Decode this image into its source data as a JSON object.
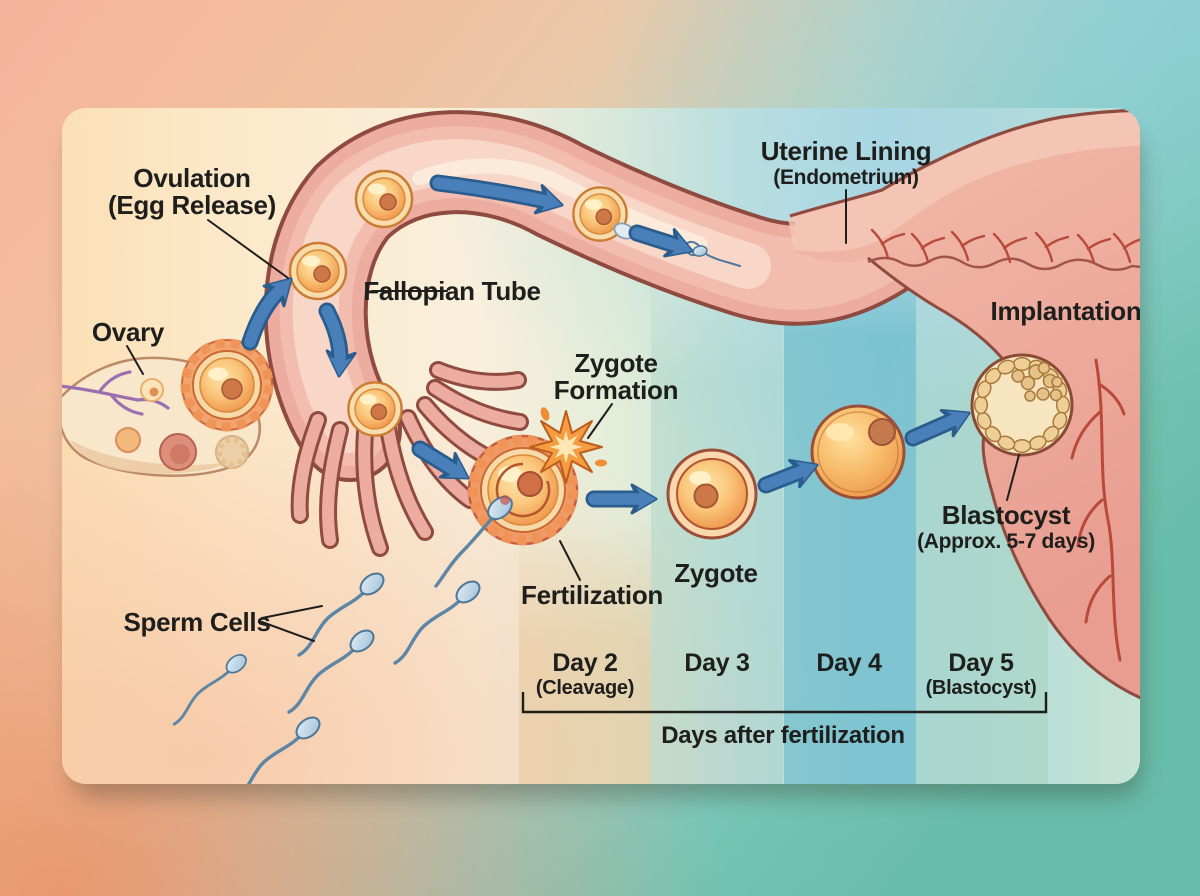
{
  "labels": {
    "ovulation": {
      "line1": "Ovulation",
      "line2": "(Egg Release)"
    },
    "ovary": "Ovary",
    "fallopian_tube": "Fallopian Tube",
    "uterine_lining": {
      "line1": "Uterine Lining",
      "line2": "(Endometrium)"
    },
    "implantation": "Implantation",
    "zygote_formation": {
      "line1": "Zygote",
      "line2": "Formation"
    },
    "fertilization": "Fertilization",
    "zygote": "Zygote",
    "sperm_cells": "Sperm Cells",
    "blastocyst": {
      "line1": "Blastocyst",
      "line2": "(Approx. 5-7 days)"
    }
  },
  "timeline": {
    "days": [
      {
        "label": "Day 2",
        "sublabel": "(Cleavage)"
      },
      {
        "label": "Day 3",
        "sublabel": ""
      },
      {
        "label": "Day 4",
        "sublabel": ""
      },
      {
        "label": "Day 5",
        "sublabel": "(Blastocyst)"
      }
    ],
    "axis_label": "Days after fertilization"
  },
  "colors": {
    "arrow_blue": "#4a80ba",
    "tube_pink": "#edaca0",
    "tube_outline": "#8f4b40",
    "egg_orange": "#f5ab55",
    "sperm_blue": "#a9c6da",
    "day4_band_teal": "#48acbe",
    "text": "#1e1e1c"
  }
}
